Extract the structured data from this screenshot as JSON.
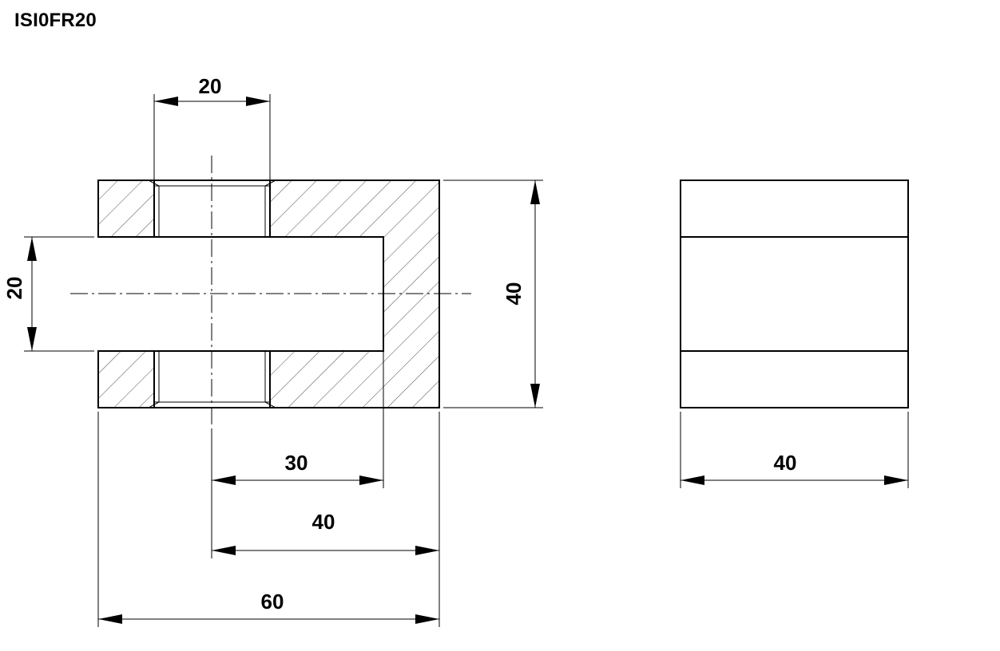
{
  "drawing": {
    "title": "ISI0FR20",
    "dimensions": {
      "hole_width": "20",
      "slot_height": "20",
      "overall_height": "40",
      "slot_depth_from_axis": "30",
      "axis_to_right": "40",
      "overall_length": "60",
      "side_width": "40"
    }
  }
}
